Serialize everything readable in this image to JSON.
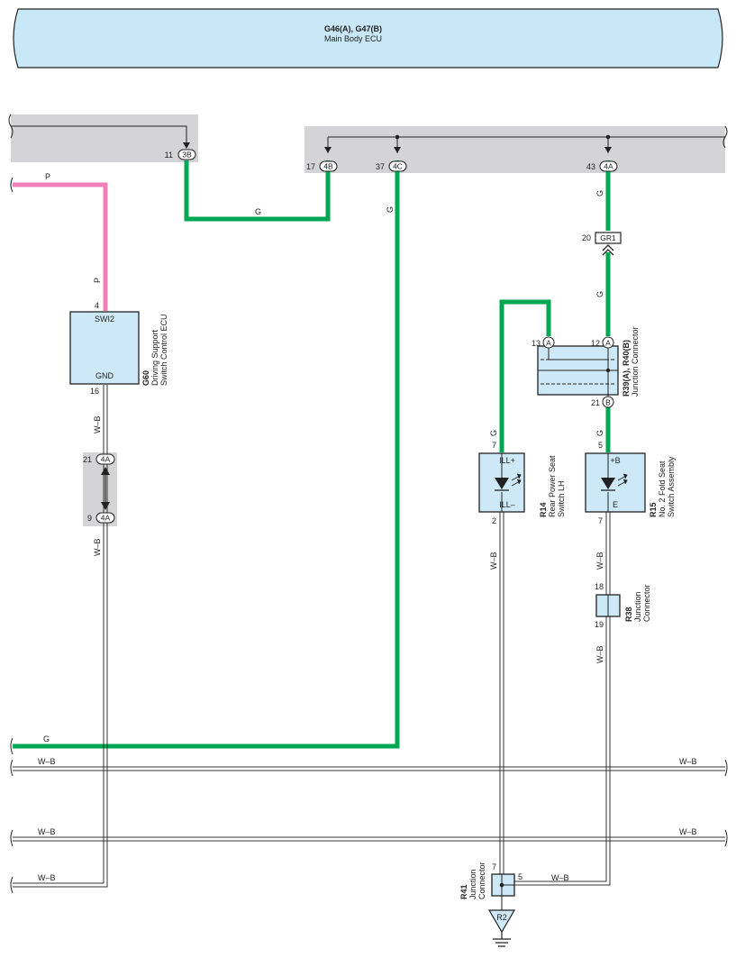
{
  "main_ecu": {
    "ids": "G46(A), G47(B)",
    "name": "Main Body ECU"
  },
  "connectors": {
    "c3b": {
      "pin": "11",
      "label": "3B"
    },
    "c4b": {
      "pin": "17",
      "label": "4B"
    },
    "c4c": {
      "pin": "37",
      "label": "4C"
    },
    "c4a": {
      "pin": "43",
      "label": "4A"
    },
    "gr1": {
      "pin": "20",
      "label": "GR1"
    },
    "jc21": {
      "pin": "21",
      "label": "4A"
    },
    "jc9": {
      "pin": "9",
      "label": "4A"
    }
  },
  "g60": {
    "id": "G60",
    "name_line1": "Driving Support",
    "name_line2": "Switch Control ECU",
    "term_top": "SWI2",
    "term_bottom": "GND",
    "pin_top": "4",
    "pin_bottom": "16"
  },
  "r39": {
    "id": "R39(A), R40(B)",
    "name": "Junction Connector",
    "pin_a13": "13",
    "pin_a12": "12",
    "pin_b21": "21",
    "letter_a": "A",
    "letter_b": "B"
  },
  "r14": {
    "id": "R14",
    "name_line1": "Rear Power Seat",
    "name_line2": "Switch LH",
    "term_top": "ILL+",
    "term_bottom": "ILL–",
    "pin_top": "7",
    "pin_bottom": "2"
  },
  "r15": {
    "id": "R15",
    "name_line1": "No. 2 Fold Seat",
    "name_line2": "Switch Assembly",
    "term_top": "+B",
    "term_bottom": "E",
    "pin_top": "5",
    "pin_bottom": "7"
  },
  "r38": {
    "id": "R38",
    "name_line1": "Junction",
    "name_line2": "Connector",
    "pin_top": "18",
    "pin_bottom": "19"
  },
  "r41": {
    "id": "R41",
    "name_line1": "Junction",
    "name_line2": "Connector",
    "pin_left": "7",
    "pin_right": "5"
  },
  "ground": {
    "label": "R2"
  },
  "wires": {
    "pink": "P",
    "green": "G",
    "white_black": "W–B"
  },
  "colors": {
    "ecu_fill": "#c8e8f8",
    "panel_fill": "#d4d4d6",
    "wire_green": "#00a651",
    "wire_pink": "#f080b8",
    "component_fill": "#cde9f7"
  }
}
